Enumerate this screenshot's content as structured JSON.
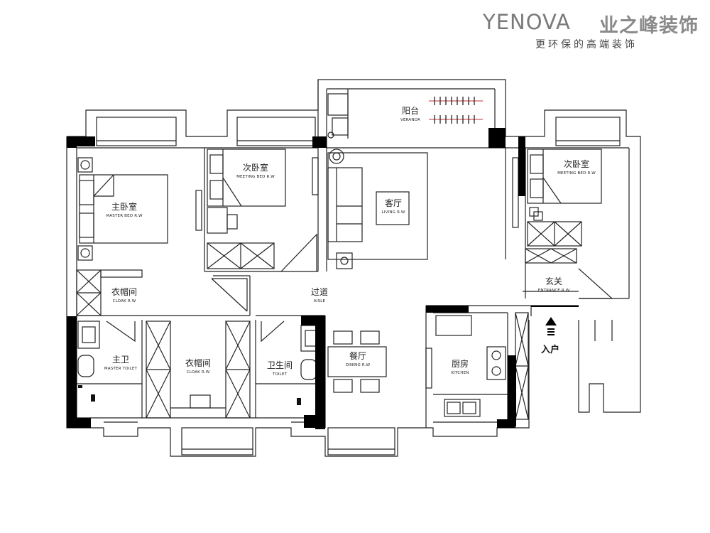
{
  "brand": {
    "name_en": "YENOVA",
    "name_cn": "业之峰装饰",
    "slogan": "更环保的高端装饰"
  },
  "rooms": {
    "balcony": {
      "cn": "阳台",
      "en": "VERANDA"
    },
    "master_bedroom": {
      "cn": "主卧室",
      "en": "MASTER BED R.W"
    },
    "second_bedroom_left": {
      "cn": "次卧室",
      "en": "MEETING BED R.W"
    },
    "second_bedroom_right": {
      "cn": "次卧室",
      "en": "MEETING BED R.W"
    },
    "living_room": {
      "cn": "客厅",
      "en": "LIVING R.W"
    },
    "cloak_room_1": {
      "cn": "衣帽间",
      "en": "CLOAK R.W"
    },
    "aisle": {
      "cn": "过道",
      "en": "AISLE"
    },
    "entrance": {
      "cn": "玄关",
      "en": "ENTRANCE R.W"
    },
    "master_toilet": {
      "cn": "主卫",
      "en": "MASTER TOILET"
    },
    "cloak_room_2": {
      "cn": "衣帽间",
      "en": "CLOAK R.W"
    },
    "toilet": {
      "cn": "卫生间",
      "en": "TOILET"
    },
    "dining_room": {
      "cn": "餐厅",
      "en": "DINING R.W"
    },
    "kitchen": {
      "cn": "厨房",
      "en": "KITCHEN"
    }
  },
  "entry_label": "入户",
  "colors": {
    "wall": "#000000",
    "line": "#222222",
    "brand_gray": "#7a7a7a"
  }
}
